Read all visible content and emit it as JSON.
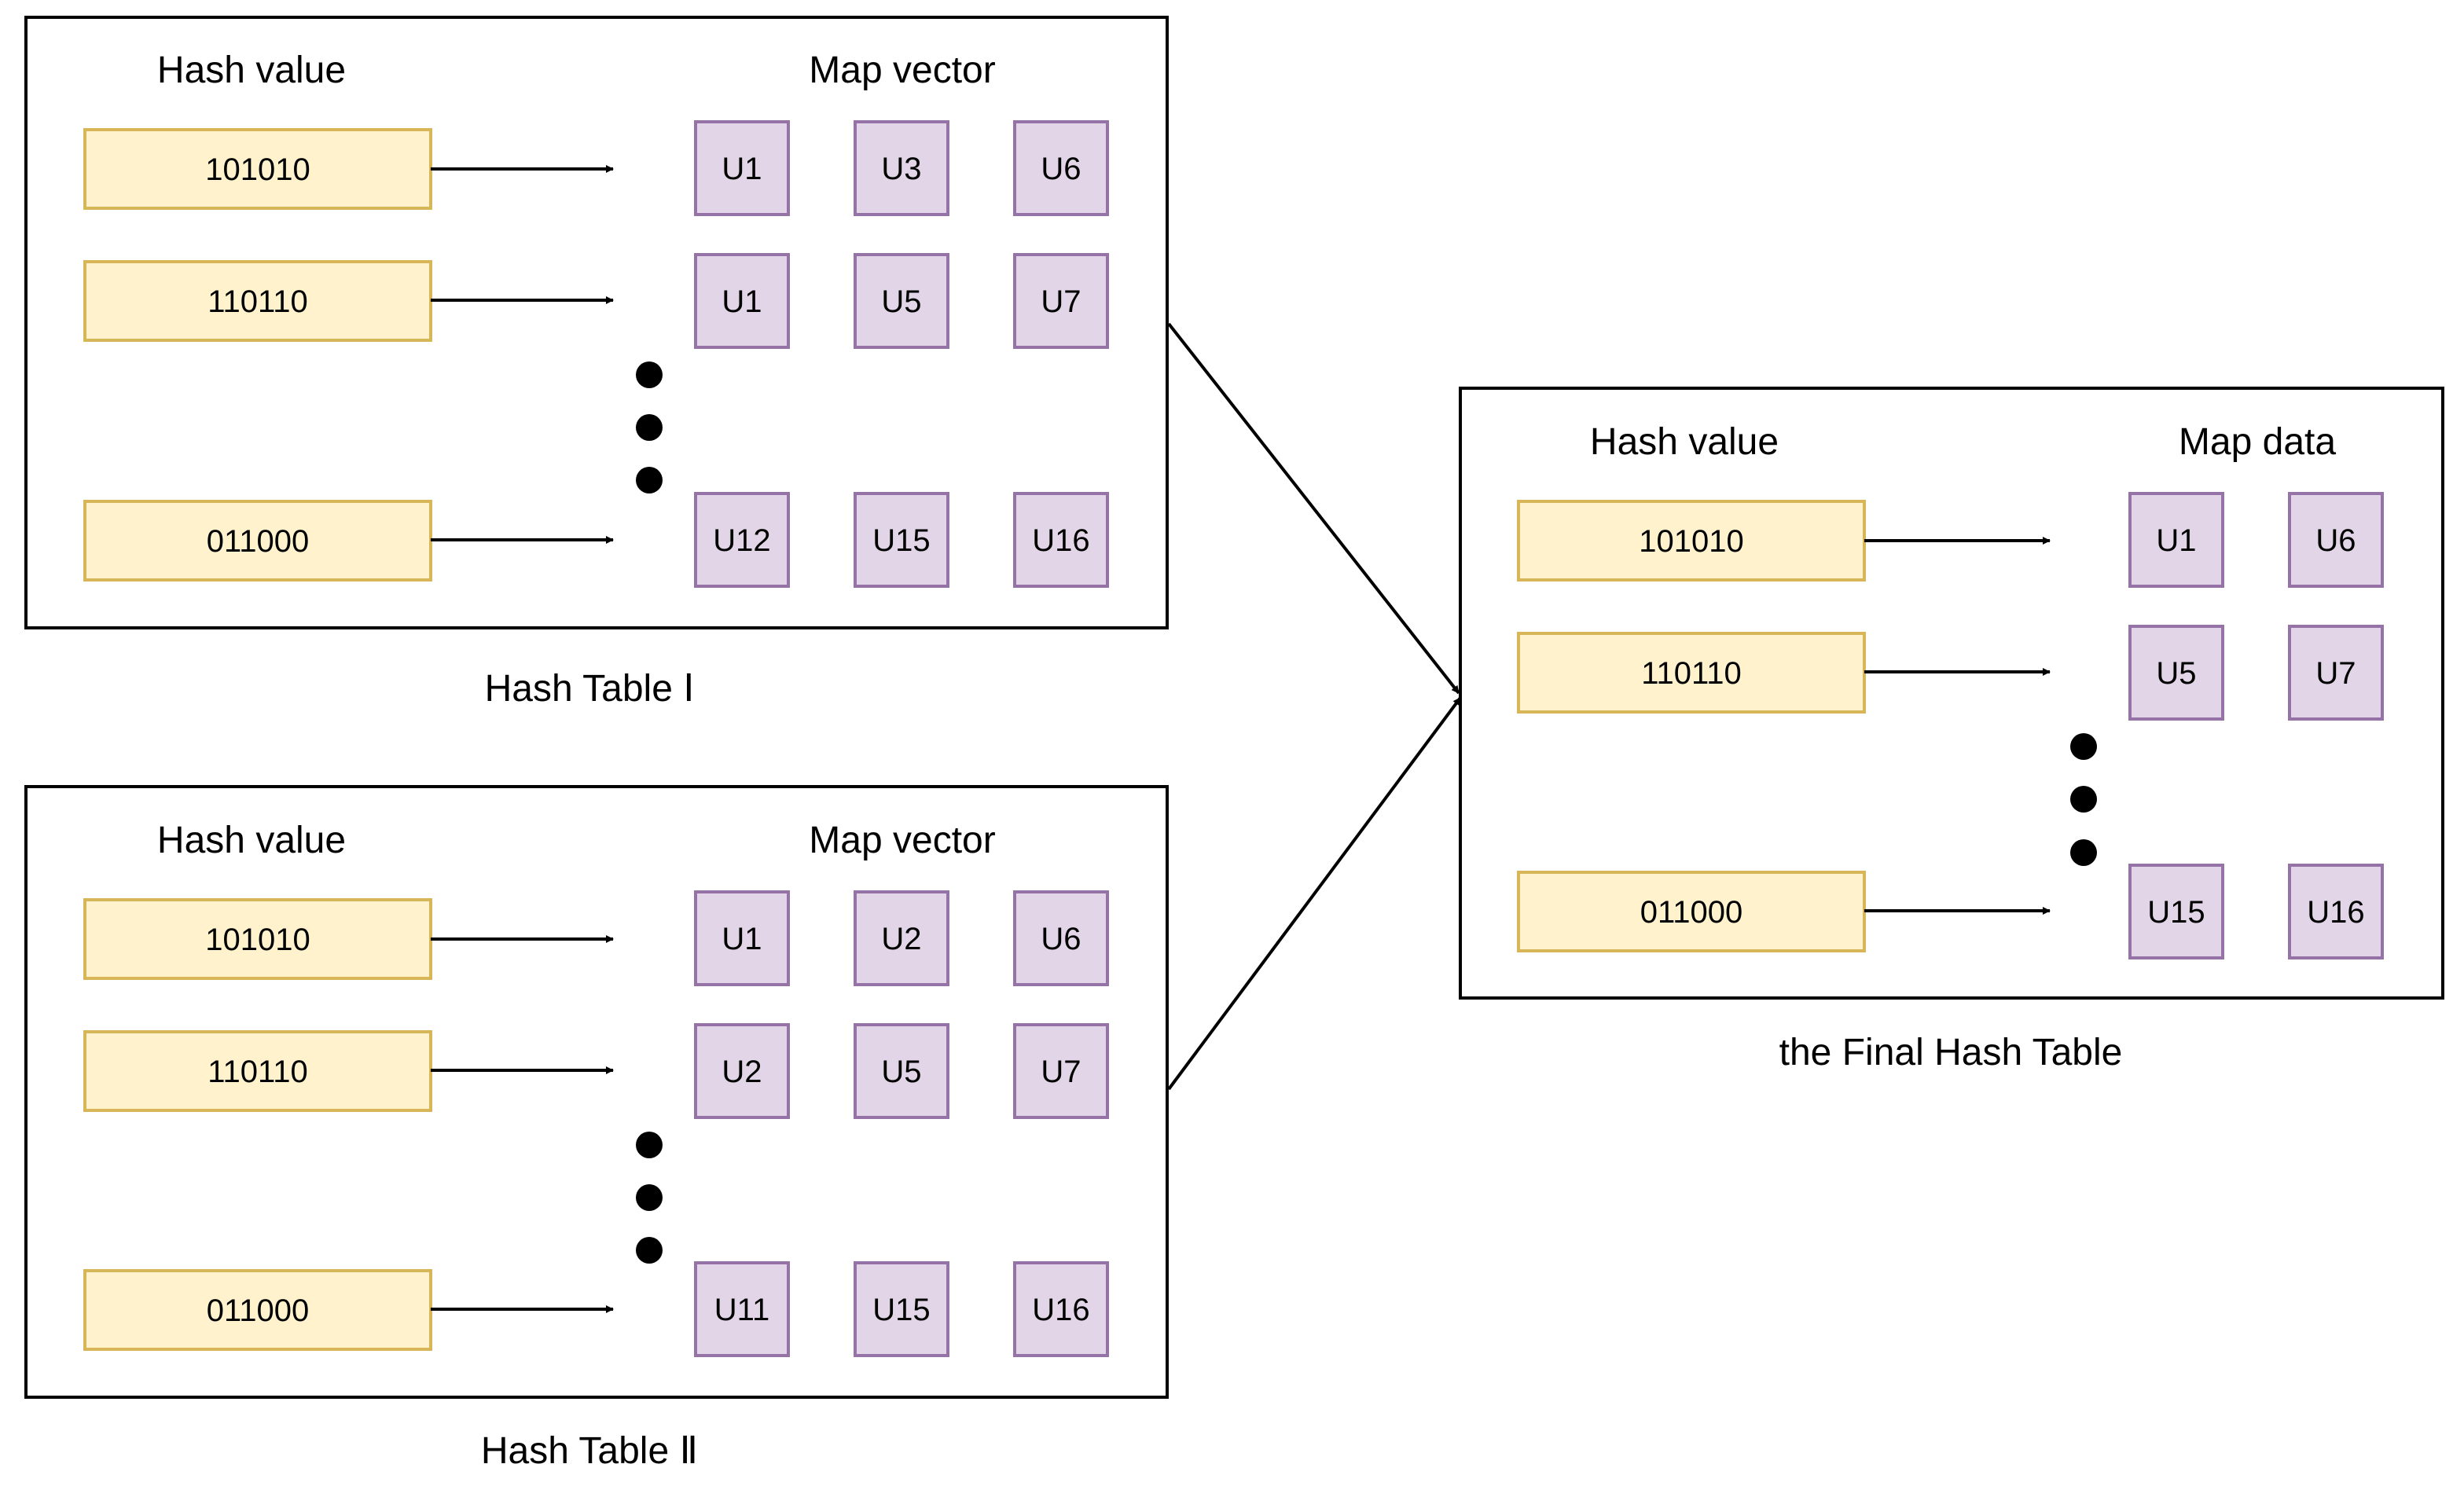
{
  "colors": {
    "hash_fill": "#fff2cc",
    "hash_stroke": "#d6b656",
    "cell_fill": "#e1d5e7",
    "cell_stroke": "#9673a6",
    "line": "#000000"
  },
  "table1": {
    "caption": "Hash Table  Ⅰ",
    "hash_header": "Hash value",
    "map_header": "Map vector",
    "rows": [
      {
        "hash": "101010",
        "cells": [
          "U1",
          "U3",
          "U6"
        ]
      },
      {
        "hash": "110110",
        "cells": [
          "U1",
          "U5",
          "U7"
        ]
      },
      {
        "hash": "011000",
        "cells": [
          "U12",
          "U15",
          "U16"
        ]
      }
    ]
  },
  "table2": {
    "caption": "Hash Table  Ⅱ",
    "hash_header": "Hash value",
    "map_header": "Map vector",
    "rows": [
      {
        "hash": "101010",
        "cells": [
          "U1",
          "U2",
          "U6"
        ]
      },
      {
        "hash": "110110",
        "cells": [
          "U2",
          "U5",
          "U7"
        ]
      },
      {
        "hash": "011000",
        "cells": [
          "U11",
          "U15",
          "U16"
        ]
      }
    ]
  },
  "final": {
    "caption": "the Final Hash Table",
    "hash_header": "Hash value",
    "map_header": "Map data",
    "rows": [
      {
        "hash": "101010",
        "cells": [
          "U1",
          "U6"
        ]
      },
      {
        "hash": "110110",
        "cells": [
          "U5",
          "U7"
        ]
      },
      {
        "hash": "011000",
        "cells": [
          "U15",
          "U16"
        ]
      }
    ]
  }
}
